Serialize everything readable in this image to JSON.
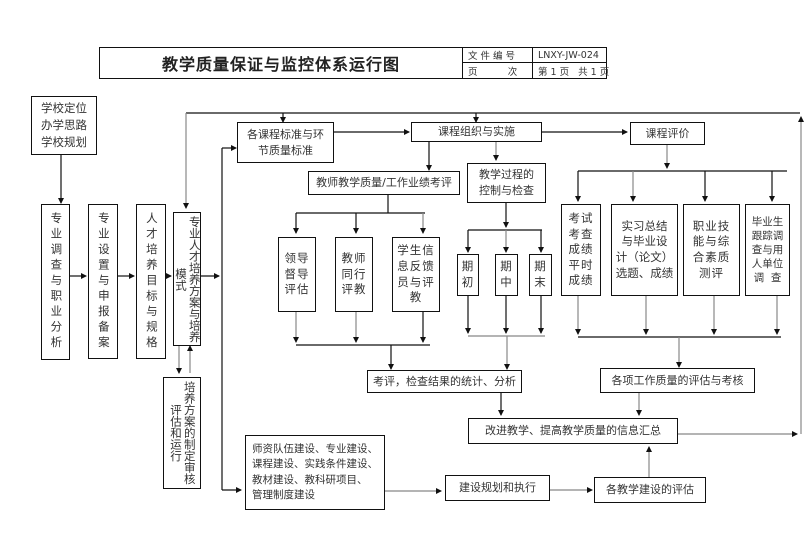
{
  "header": {
    "title": "教学质量保证与监控体系运行图",
    "doc_no_label": "文 件 编 号",
    "doc_no_value": "LNXY-JW-024",
    "page_label": "页          次",
    "page_value": "第 1 页   共 1 页"
  },
  "nodes": {
    "school_positioning": "学校定位\n办学思路\n学校规划",
    "major_survey": "专业调查与职业分析",
    "major_setup": "专业设置与申报备案",
    "talent_goal": "人才培养目标与规格",
    "talent_plan": "专业人才培养方案与培养模式",
    "plan_review": "培养方案的制定审核评估和运行",
    "course_standards": "各课程标准与环\n节质量标准",
    "course_org": "课程组织与实施",
    "course_eval": "课程评价",
    "teacher_eval": "教师教学质量/工作业绩考评",
    "process_control": "教学过程的\n控制与检查",
    "leader_supervise": "领导\n督导\n评估",
    "peer_eval": "教师\n同行\n评教",
    "student_feedback": "学生信\n息反馈\n员与评\n教",
    "term_start": "期\n初",
    "term_mid": "期\n中",
    "term_end": "期\n末",
    "exam_scores": "考试\n考查\n成绩\n平时\n成绩",
    "internship": "实习总结\n与毕业设\n计（论文）\n选题、成绩",
    "skills_eval": "职业技\n能与综\n合素质\n测评",
    "graduate_survey": "毕业生\n跟踪调\n查与用\n人单位\n调  查",
    "stats_analysis": "考评，检查结果的统计、分析",
    "work_quality_eval": "各项工作质量的评估与考核",
    "info_summary": "改进教学、提高教学质量的信息汇总",
    "construction_items": "师资队伍建设、专业建设、\n课程建设、实践条件建设、\n教材建设、教科研项目、\n管理制度建设",
    "construction_plan": "建设规划和执行",
    "construction_eval": "各教学建设的评估"
  }
}
